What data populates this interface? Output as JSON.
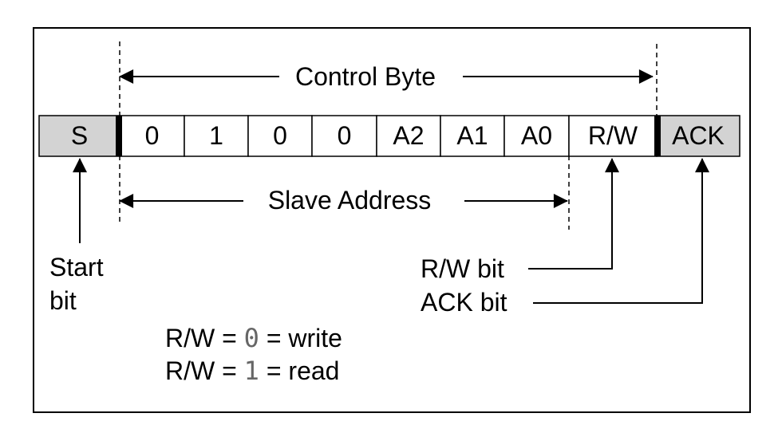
{
  "control_byte": {
    "label": "Control Byte",
    "cells": [
      "S",
      "0",
      "1",
      "0",
      "0",
      "A2",
      "A1",
      "A0",
      "R/W",
      "ACK"
    ]
  },
  "slave_address": {
    "label": "Slave Address"
  },
  "start_bit": {
    "line1": "Start",
    "line2": "bit"
  },
  "rw_bit": {
    "label": "R/W bit"
  },
  "ack_bit": {
    "label": "ACK bit"
  },
  "legend": {
    "write": {
      "prefix": "R/W = ",
      "value": "0",
      "suffix": " = write"
    },
    "read": {
      "prefix": "R/W = ",
      "value": "1",
      "suffix": " = read"
    }
  },
  "colors": {
    "shaded_cell": "#d3d3d3",
    "line": "#000000",
    "mono_digit": "#666666"
  }
}
